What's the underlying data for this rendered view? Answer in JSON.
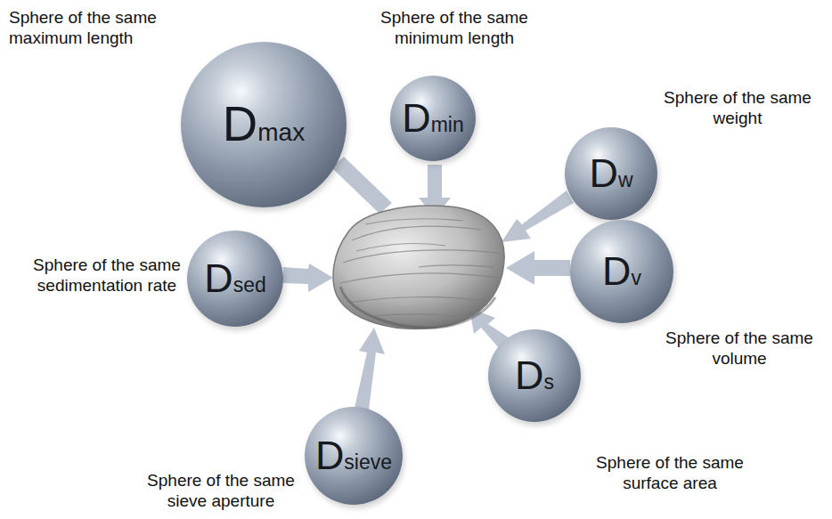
{
  "diagram": {
    "nodes": [
      {
        "text": [
          "Dmax",
          "Sphere of the same maximum length"
        ]
      },
      {
        "text": [
          "Dmin",
          "Sphere of the same minimum length"
        ]
      },
      {
        "text": [
          "Dw",
          "Sphere of the same weight"
        ]
      },
      {
        "text": [
          "Dsed",
          "Sphere of the same sedimentation rate"
        ]
      },
      {
        "text": [
          "Dv",
          "Sphere of the same volume"
        ]
      },
      {
        "text": [
          "Ds",
          "Sphere of the same surface area"
        ]
      },
      {
        "text": [
          "Dsieve",
          "Sphere of the same sieve aperture"
        ]
      }
    ]
  }
}
